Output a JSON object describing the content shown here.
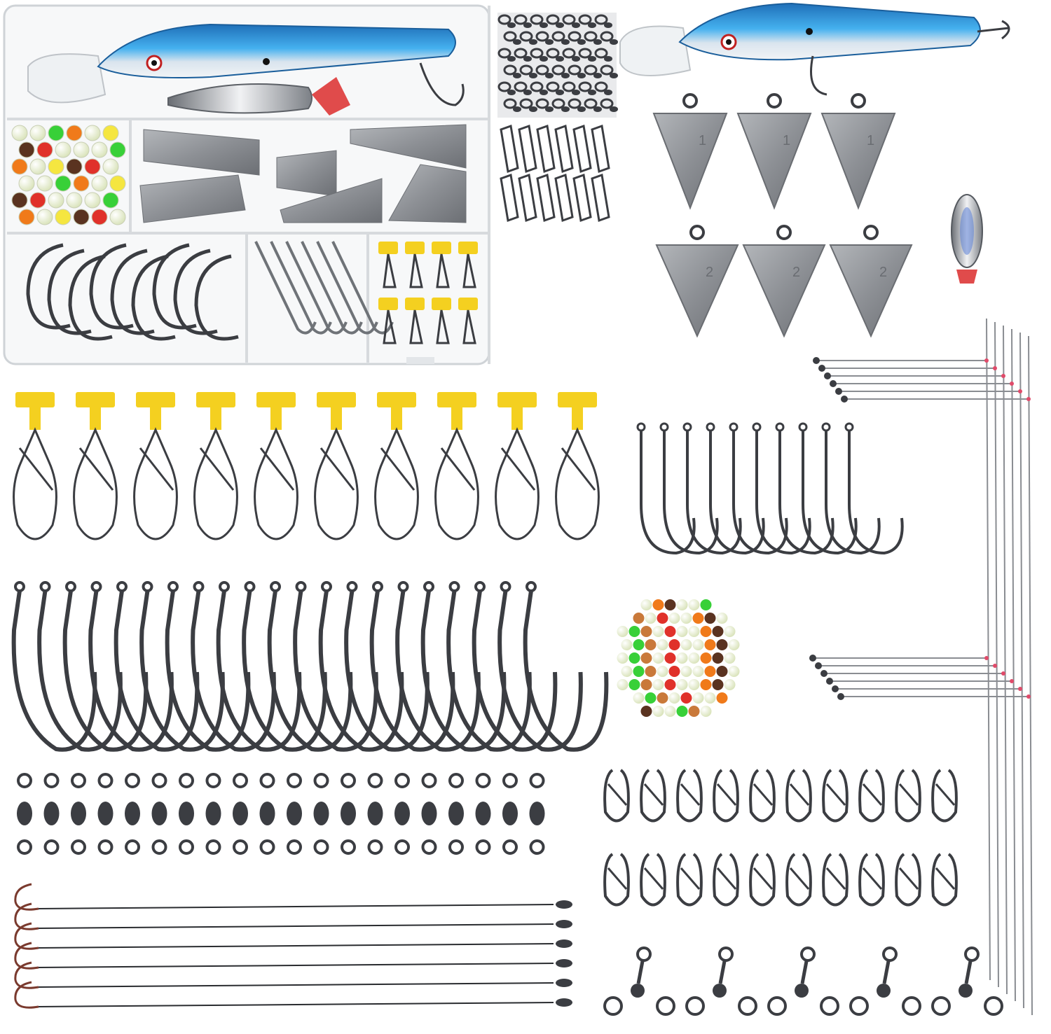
{
  "scene": {
    "description_items": [
      "tackle-box",
      "crankbait-lure",
      "spoon-lure",
      "pyramid-sinkers",
      "sinker-slides",
      "bait-hooks",
      "octopus-hooks",
      "glow-beads",
      "barrel-swivels",
      "snap-swivels",
      "three-way-swivels",
      "leader-rigs",
      "hi-lo-rigs"
    ],
    "counts": {
      "sinkers_loose": 6,
      "sinker_slides": 10,
      "bait_hooks": 10,
      "octopus_hooks": 21,
      "barrel_swivels": 20,
      "snap_swivels": 20,
      "three_way_swivels": 5,
      "leader_rigs": 6,
      "hi_lo_rigs": 6
    },
    "sinker_weights": [
      "1",
      "1",
      "1",
      "2",
      "2",
      "2"
    ],
    "colors": {
      "lure_blue": "#2f8fd6",
      "lure_belly": "#e8eef4",
      "spoon_silver": "#c9ccd1",
      "spoon_accent": "#e04b4b",
      "lead_gray": "#8e9196",
      "steel_dark": "#3b3d42",
      "slide_yellow": "#f4d020",
      "bead_glow": "#e8f0d0",
      "bead_orange": "#f07a1a",
      "bead_red": "#e0312a",
      "bead_green": "#38d038",
      "bead_brown": "#5a3320",
      "box_edge": "#d7dadd"
    }
  }
}
